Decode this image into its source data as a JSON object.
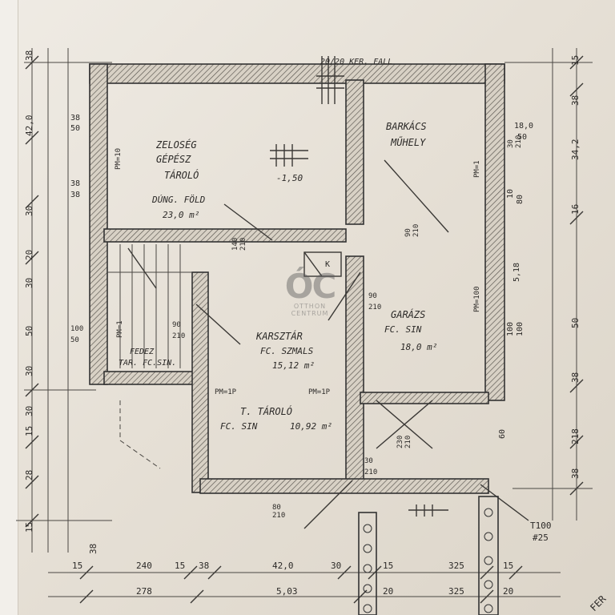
{
  "wall_label": "20/20 KER. FALL",
  "rooms": {
    "boiler": {
      "name_1": "ZELOSÉG",
      "name_2": "GÉPÉSZ",
      "name_3": "TÁROLÓ",
      "floor": "DÚNG. FÖLD",
      "area": "23,0 m²"
    },
    "workshop": {
      "name_1": "BARKÁCS",
      "name_2": "MŰHELY"
    },
    "corridor": {
      "name": "KARSZTÁR",
      "floor": "FC. SZMALS",
      "area": "15,12 m²"
    },
    "garage": {
      "name": "GARÁZS",
      "floor": "FC. SIN",
      "area": "18,0 m²"
    },
    "storage": {
      "name": "T. TÁROLÓ",
      "floor": "FC. SIN",
      "area": "10,92 m²"
    },
    "stair_storage": {
      "name_1": "FEDEZ",
      "name_2": "TAR. FC.SIN."
    }
  },
  "labels": {
    "level": "-1,50",
    "pm_left": "PM=10",
    "pm_garage": "PM=100",
    "pm_1": "PM=1P",
    "pm_2": "PM=1P",
    "pm_stair": "PM=1",
    "pm_workshop": "PM=1",
    "door_k": "K",
    "t100": "T100",
    "t100_sub": "#25",
    "fer": "FER"
  },
  "openings": {
    "o1": "140",
    "o1b": "210",
    "o2": "90",
    "o2b": "210",
    "o3": "90",
    "o3b": "210",
    "o4": "230",
    "o4b": "210",
    "o5": "30",
    "o5b": "210",
    "o6": "90",
    "o6b": "210",
    "o7": "80",
    "o7b": "210",
    "o8": "100",
    "o8b": "50",
    "o9": "30",
    "o9b": "210"
  },
  "dims_bottom_1": [
    "15",
    "38",
    "240",
    "15",
    "38",
    "42,0",
    "30",
    "15",
    "325",
    "15"
  ],
  "dims_bottom_2": [
    "278",
    "5,03",
    "20",
    "325",
    "20"
  ],
  "dims_left": [
    "38",
    "42,0",
    "30",
    "20",
    "30",
    "50",
    "30",
    "30",
    "15",
    "28",
    "15"
  ],
  "dims_left_inner": [
    "38",
    "50",
    "38",
    "38"
  ],
  "dims_right": [
    "15",
    "38",
    "34,2",
    "16",
    "50",
    "38",
    "218",
    "38"
  ],
  "dims_right_inner": [
    "18,0",
    "50",
    "10",
    "80",
    "5,18",
    "100",
    "100",
    "60"
  ],
  "watermark": {
    "mark": "ÓC",
    "line_1": "OTTHON",
    "line_2": "CENTRUM"
  }
}
